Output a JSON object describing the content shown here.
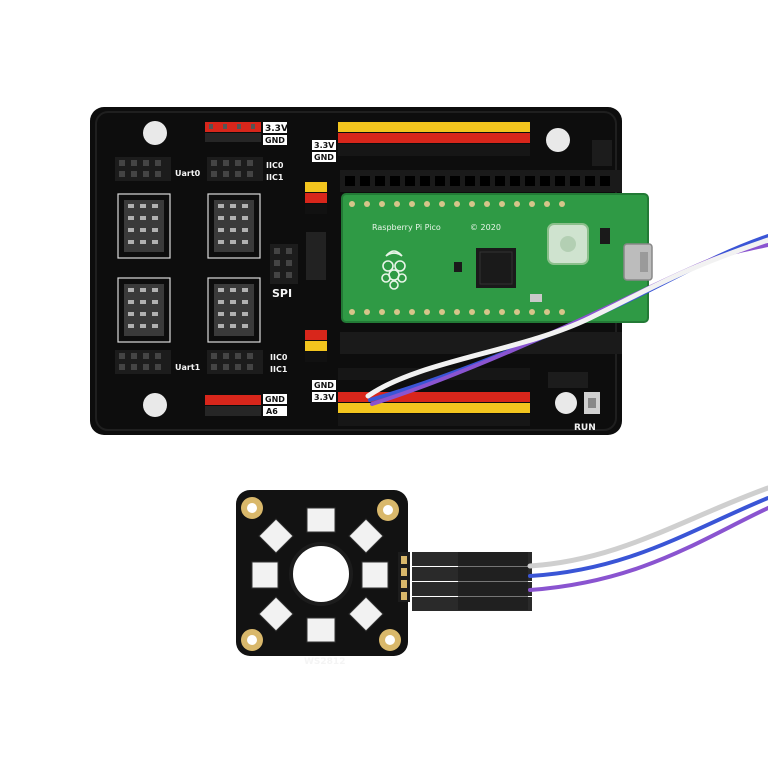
{
  "board": {
    "labels": {
      "v33_top": "3.3V",
      "gnd_top": "GND",
      "v33_right": "3.3V",
      "gnd_right": "GND",
      "uart0": "Uart0",
      "uart1": "Uart1",
      "iic0": "IIC0",
      "iic1": "IIC1",
      "spi": "SPI",
      "gnd_bottom": "GND",
      "v33_bottom": "3.3V",
      "gnd_lower_left": "GND",
      "a6": "A6",
      "run": "RUN"
    }
  },
  "pico": {
    "brand": "Raspberry Pi Pico",
    "year": "© 2020"
  },
  "ring": {
    "label": "WS2812"
  },
  "colors": {
    "board": "#111111",
    "pico_green": "#2f9a45",
    "header_red": "#d8261b",
    "header_yellow": "#f3c51e",
    "wire_blue": "#3a55d6",
    "wire_purple": "#8a54d0",
    "wire_white": "#f2f2f2"
  }
}
